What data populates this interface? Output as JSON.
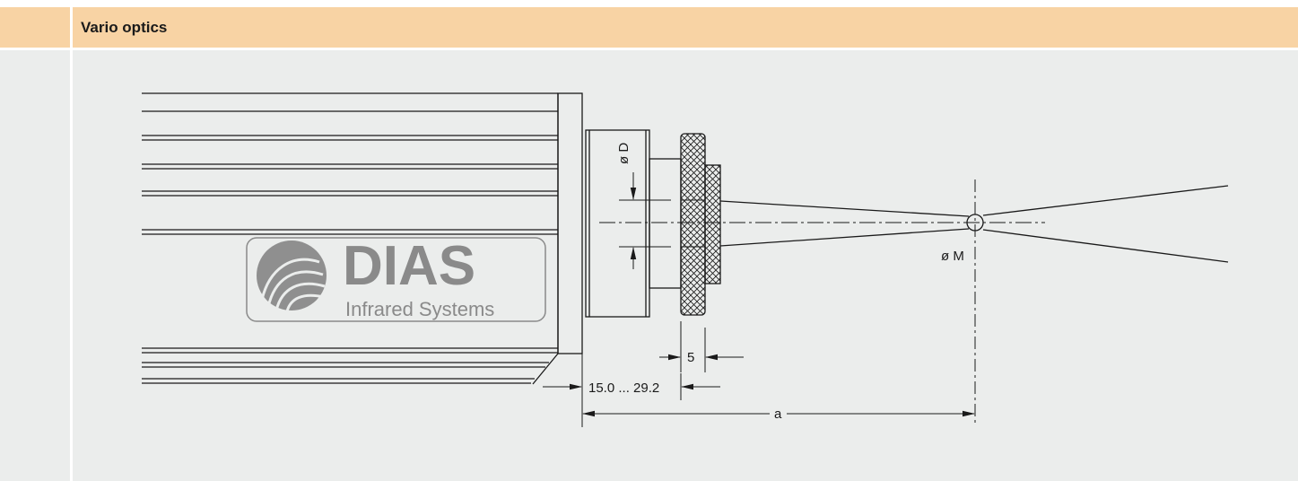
{
  "header": {
    "title": "Vario optics"
  },
  "drawing": {
    "logo": {
      "brand": "DIAS",
      "tagline": "Infrared Systems"
    },
    "labels": {
      "diameter_d": "ø D",
      "diameter_m": "ø M",
      "lens_thickness": "5",
      "focus_range": "15.0 ... 29.2",
      "distance_a": "a"
    },
    "colors": {
      "header_bg": "#f8d3a4",
      "panel_bg": "#ebedec",
      "line": "#1a1a1a",
      "logo": "#8a8a8a"
    }
  }
}
